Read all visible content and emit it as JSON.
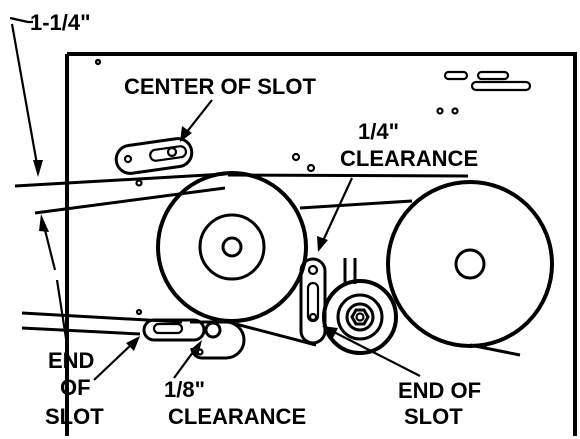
{
  "labels": {
    "dimension": "1-1/4\"",
    "center_of_slot": "CENTER OF SLOT",
    "quarter_clearance_line1": "1/4\"",
    "quarter_clearance_line2": "CLEARANCE",
    "end_of_slot_left_line1": "END",
    "end_of_slot_left_line2": "OF",
    "end_of_slot_left_line3": "SLOT",
    "eighth_clearance_line1": "1/8\"",
    "eighth_clearance_line2": "CLEARANCE",
    "end_of_slot_right_line1": "END OF",
    "end_of_slot_right_line2": "SLOT"
  },
  "colors": {
    "ink": "#000000",
    "paper": "#ffffff"
  }
}
